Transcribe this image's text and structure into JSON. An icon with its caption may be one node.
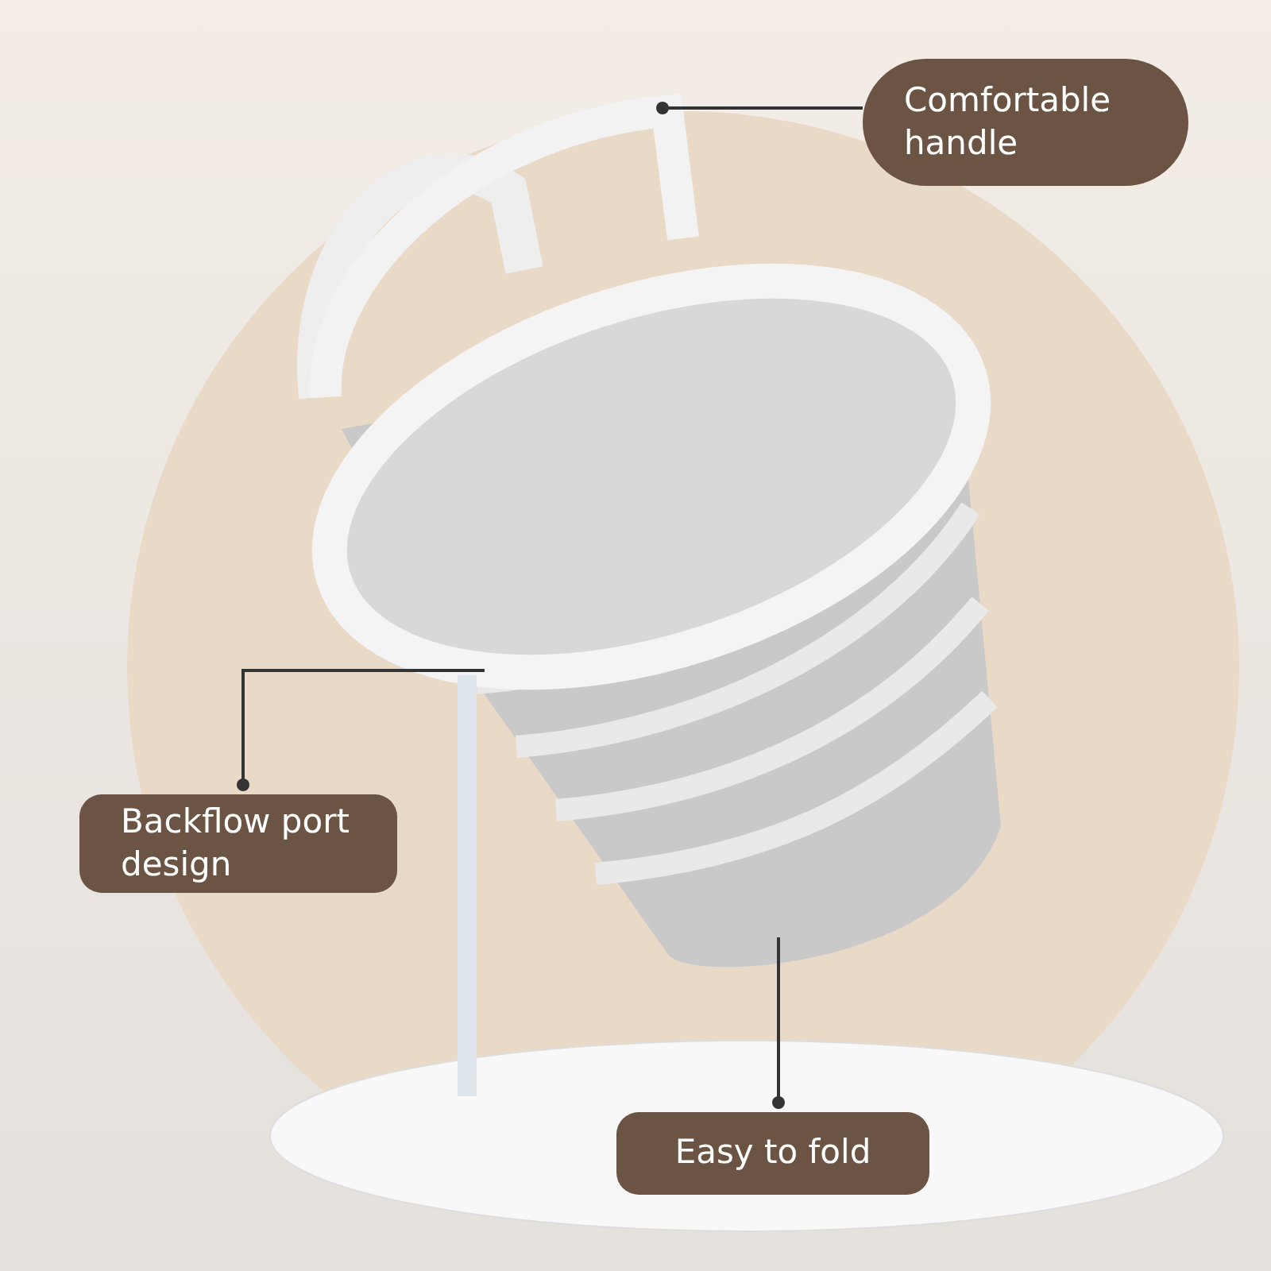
{
  "diagram": {
    "nodes": [
      {
        "text": [
          "Comfortable handle"
        ]
      },
      {
        "text": [
          "Backflow port design"
        ]
      },
      {
        "text": [
          "Easy to fold"
        ]
      }
    ],
    "edges": [
      {
        "from": 0,
        "to": null,
        "arrow": "other"
      },
      {
        "from": null,
        "to": 1,
        "arrow": "other"
      },
      {
        "from": null,
        "to": 2,
        "arrow": "other"
      }
    ]
  }
}
